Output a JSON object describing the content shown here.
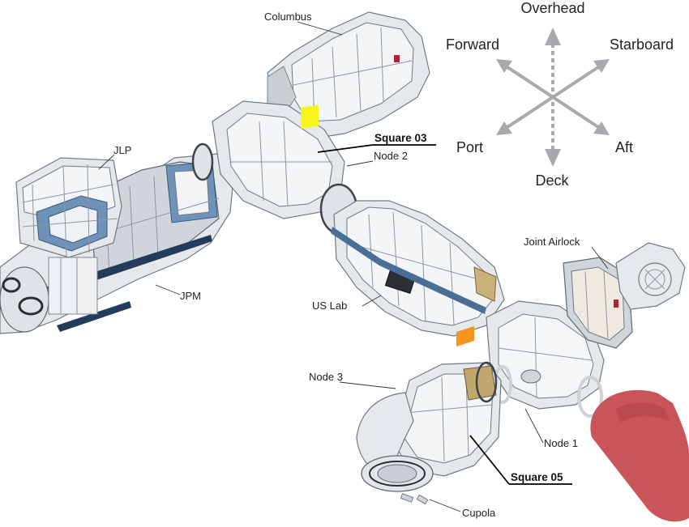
{
  "modules": {
    "columbus": "Columbus",
    "node2": "Node 2",
    "jlp": "JLP",
    "jpm": "JPM",
    "us_lab": "US Lab",
    "joint_airlock": "Joint Airlock",
    "node3": "Node 3",
    "node1": "Node 1",
    "cupola": "Cupola"
  },
  "markers": {
    "square03": {
      "label": "Square 03",
      "color": "#f7f41c"
    },
    "square05": {
      "label": "Square 05",
      "color": "#f7941d"
    }
  },
  "directions": {
    "overhead": "Overhead",
    "forward": "Forward",
    "starboard": "Starboard",
    "port": "Port",
    "aft": "Aft",
    "deck": "Deck"
  },
  "colors": {
    "arrow": "#a7a9ac",
    "cargo_vehicle": "#c9545a",
    "module_trim": "#4a6f96"
  }
}
